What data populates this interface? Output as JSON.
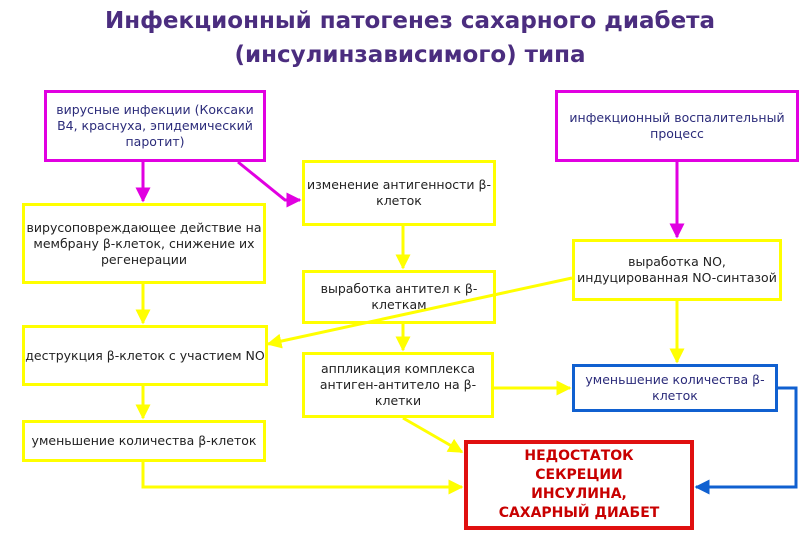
{
  "title": {
    "line1": "Инфекционный патогенез сахарного диабета",
    "line2": "(инсулинзависимого) типа"
  },
  "nodes": {
    "viral_infections": "вирусные инфекции (Коксаки В4, краснуха, эпидемический паротит)",
    "virus_damage": "вирусоповреждающее действие на мембрану β-клеток, снижение их регенерации",
    "destruction": "деструкция β-клеток с участием NO",
    "decrease_left": "уменьшение количества β-клеток",
    "antigenicity": "изменение антигенности β-клеток",
    "antibodies": "выработка антител к β-клеткам",
    "application": "аппликация комплекса антиген-антитело на β-клетки",
    "inflammatory": "инфекционный воспалительный процесс",
    "no_production": "выработка NO, индуцированная NO-синтазой",
    "decrease_right": "уменьшение количества β-клеток",
    "deficiency": "НЕДОСТАТОК СЕКРЕЦИИ ИНСУЛИНА, САХАРНЫЙ ДИАБЕТ"
  },
  "colors": {
    "title": "#4b2d7f",
    "magenta": "#e100e1",
    "yellow": "#ffff00",
    "blue": "#1060d0",
    "red": "#e01010"
  }
}
